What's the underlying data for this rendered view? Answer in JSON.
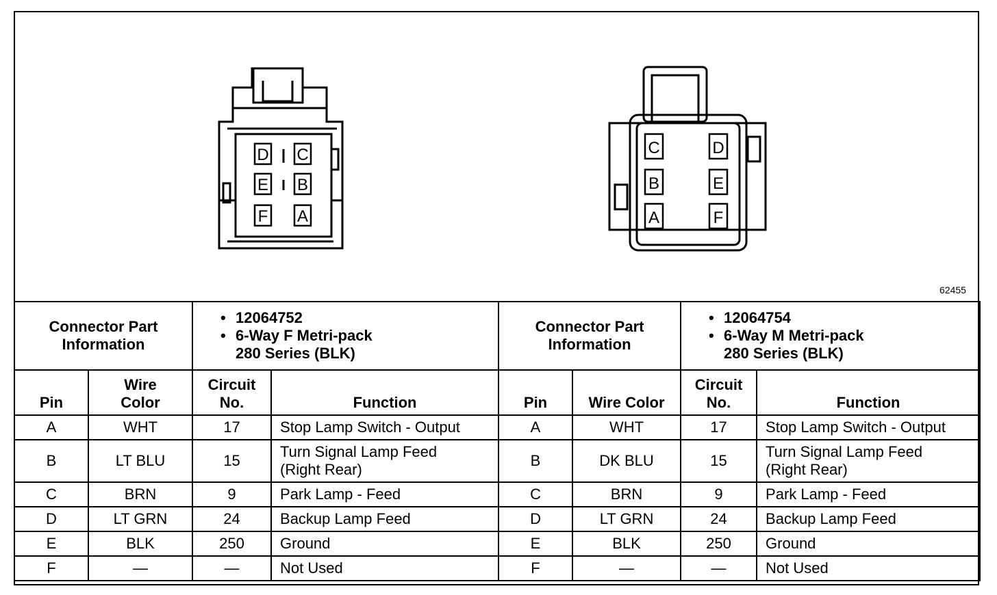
{
  "figure_number": "62455",
  "connector_left": {
    "label_line1": "Connector Part",
    "label_line2": "Information",
    "part_number": "12064752",
    "desc_line1": "6-Way F Metri-pack",
    "desc_line2": "280 Series (BLK)",
    "cavities": [
      "D",
      "C",
      "E",
      "B",
      "F",
      "A"
    ]
  },
  "connector_right": {
    "label_line1": "Connector Part",
    "label_line2": "Information",
    "part_number": "12064754",
    "desc_line1": "6-Way M Metri-pack",
    "desc_line2": "280 Series (BLK)",
    "cavities": [
      "C",
      "D",
      "B",
      "E",
      "A",
      "F"
    ]
  },
  "headers_left": {
    "pin": "Pin",
    "wire_color_1": "Wire",
    "wire_color_2": "Color",
    "circuit_1": "Circuit",
    "circuit_2": "No.",
    "function": "Function"
  },
  "headers_right": {
    "pin": "Pin",
    "wire_color": "Wire Color",
    "circuit_1": "Circuit",
    "circuit_2": "No.",
    "function": "Function"
  },
  "rows": [
    {
      "pin": "A",
      "l_color": "WHT",
      "l_circuit": "17",
      "l_func1": "Stop Lamp Switch - Output",
      "l_func2": "",
      "r_pin": "A",
      "r_color": "WHT",
      "r_circuit": "17",
      "r_func1": "Stop Lamp Switch - Output",
      "r_func2": ""
    },
    {
      "pin": "B",
      "l_color": "LT BLU",
      "l_circuit": "15",
      "l_func1": "Turn Signal Lamp Feed",
      "l_func2": "(Right Rear)",
      "r_pin": "B",
      "r_color": "DK BLU",
      "r_circuit": "15",
      "r_func1": "Turn Signal Lamp Feed",
      "r_func2": "(Right Rear)"
    },
    {
      "pin": "C",
      "l_color": "BRN",
      "l_circuit": "9",
      "l_func1": "Park Lamp - Feed",
      "l_func2": "",
      "r_pin": "C",
      "r_color": "BRN",
      "r_circuit": "9",
      "r_func1": "Park Lamp - Feed",
      "r_func2": ""
    },
    {
      "pin": "D",
      "l_color": "LT GRN",
      "l_circuit": "24",
      "l_func1": "Backup Lamp Feed",
      "l_func2": "",
      "r_pin": "D",
      "r_color": "LT GRN",
      "r_circuit": "24",
      "r_func1": "Backup Lamp Feed",
      "r_func2": ""
    },
    {
      "pin": "E",
      "l_color": "BLK",
      "l_circuit": "250",
      "l_func1": "Ground",
      "l_func2": "",
      "r_pin": "E",
      "r_color": "BLK",
      "r_circuit": "250",
      "r_func1": "Ground",
      "r_func2": ""
    },
    {
      "pin": "F",
      "l_color": "—",
      "l_circuit": "—",
      "l_func1": "Not Used",
      "l_func2": "",
      "r_pin": "F",
      "r_color": "—",
      "r_circuit": "—",
      "r_func1": "Not Used",
      "r_func2": ""
    }
  ],
  "bullet": "•"
}
